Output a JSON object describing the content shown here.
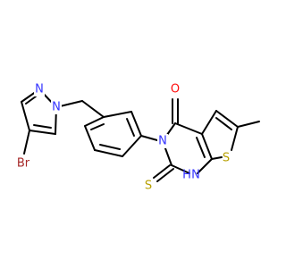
{
  "molecule": {
    "atom_labels": {
      "bromine": "Br",
      "pyrazole_n1": "N",
      "pyrazole_n2": "N",
      "pyrimidine_n3": "N",
      "carbonyl_o": "O",
      "thioxo_s": "S",
      "nh_group": "H",
      "nh_n": "N",
      "thiophene_s": "S"
    },
    "colors": {
      "bond": "#000000",
      "carbon": "#000000",
      "nitrogen": "#3333ff",
      "oxygen": "#ff0d0d",
      "sulfur": "#b8a000",
      "bromine": "#a62929"
    }
  }
}
